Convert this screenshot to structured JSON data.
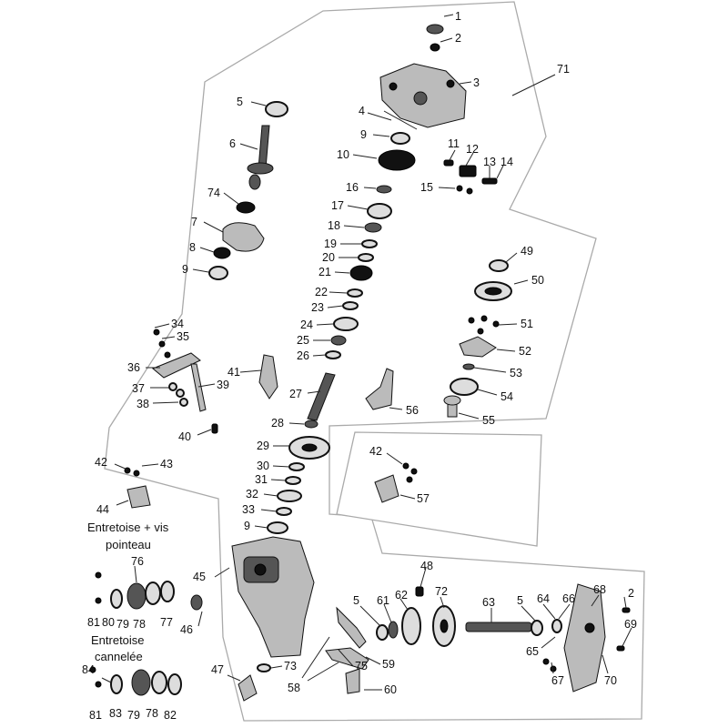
{
  "diagram": {
    "callouts": {
      "c1": "1",
      "c2": "2",
      "c3": "3",
      "c4": "4",
      "c5": "5",
      "c6": "6",
      "c7": "7",
      "c8": "8",
      "c9": "9",
      "c10": "10",
      "c11": "11",
      "c12": "12",
      "c13": "13",
      "c14": "14",
      "c15": "15",
      "c16": "16",
      "c17": "17",
      "c18": "18",
      "c19": "19",
      "c20": "20",
      "c21": "21",
      "c22": "22",
      "c23": "23",
      "c24": "24",
      "c25": "25",
      "c26": "26",
      "c27": "27",
      "c28": "28",
      "c29": "29",
      "c30": "30",
      "c31": "31",
      "c32": "32",
      "c33": "33",
      "c34": "34",
      "c35": "35",
      "c36": "36",
      "c37": "37",
      "c38": "38",
      "c39": "39",
      "c40": "40",
      "c41": "41",
      "c42": "42",
      "c43": "43",
      "c44": "44",
      "c45": "45",
      "c46": "46",
      "c47": "47",
      "c48": "48",
      "c49": "49",
      "c50": "50",
      "c51": "51",
      "c52": "52",
      "c53": "53",
      "c54": "54",
      "c55": "55",
      "c56": "56",
      "c57": "57",
      "c58": "58",
      "c59": "59",
      "c60": "60",
      "c61": "61",
      "c62": "62",
      "c63": "63",
      "c64": "64",
      "c65": "65",
      "c66": "66",
      "c67": "67",
      "c68": "68",
      "c69": "69",
      "c70": "70",
      "c71": "71",
      "c72": "72",
      "c73": "73",
      "c74": "74",
      "c75": "75",
      "c76": "76",
      "c77": "77",
      "c78": "78",
      "c79": "79",
      "c80": "80",
      "c81": "81",
      "c82": "82",
      "c83": "83",
      "c84": "84"
    },
    "captions": {
      "spacer_screw_1": "Entretoise + vis",
      "spacer_screw_2": "pointeau",
      "splined_spacer_1": "Entretoise",
      "splined_spacer_2": "cannelée"
    }
  }
}
